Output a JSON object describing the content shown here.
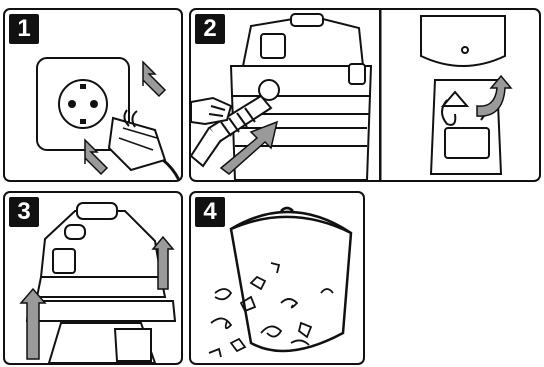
{
  "steps": [
    {
      "number": "1",
      "action": "unplug-power-cord"
    },
    {
      "number": "2",
      "action": "remove-hose-and-accessories"
    },
    {
      "number": "3",
      "action": "lift-off-powerhead"
    },
    {
      "number": "4",
      "action": "empty-tank-debris"
    }
  ],
  "colors": {
    "ink": "#111111",
    "arrow_fill": "#9a9a9a",
    "paper": "#ffffff"
  },
  "icons": [
    "outlet-icon",
    "plug-icon",
    "arrow-icon",
    "vacuum-icon",
    "hose-icon",
    "hand-icon",
    "debris-icon"
  ]
}
